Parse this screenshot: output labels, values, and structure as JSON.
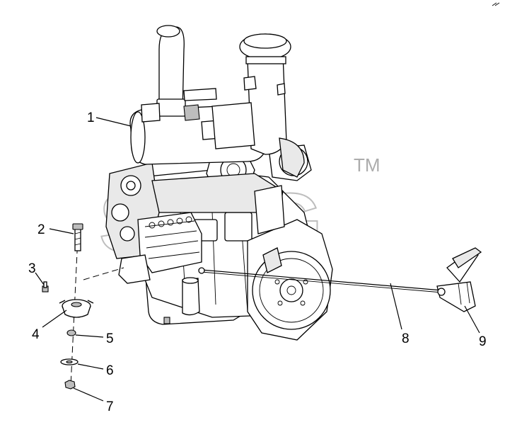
{
  "watermark": {
    "text": "SDLG",
    "trademark": "TM"
  },
  "callouts": [
    {
      "id": 1,
      "label": "1"
    },
    {
      "id": 2,
      "label": "2"
    },
    {
      "id": 3,
      "label": "3"
    },
    {
      "id": 4,
      "label": "4"
    },
    {
      "id": 5,
      "label": "5"
    },
    {
      "id": 6,
      "label": "6"
    },
    {
      "id": 7,
      "label": "7"
    },
    {
      "id": 8,
      "label": "8"
    },
    {
      "id": 9,
      "label": "9"
    }
  ]
}
